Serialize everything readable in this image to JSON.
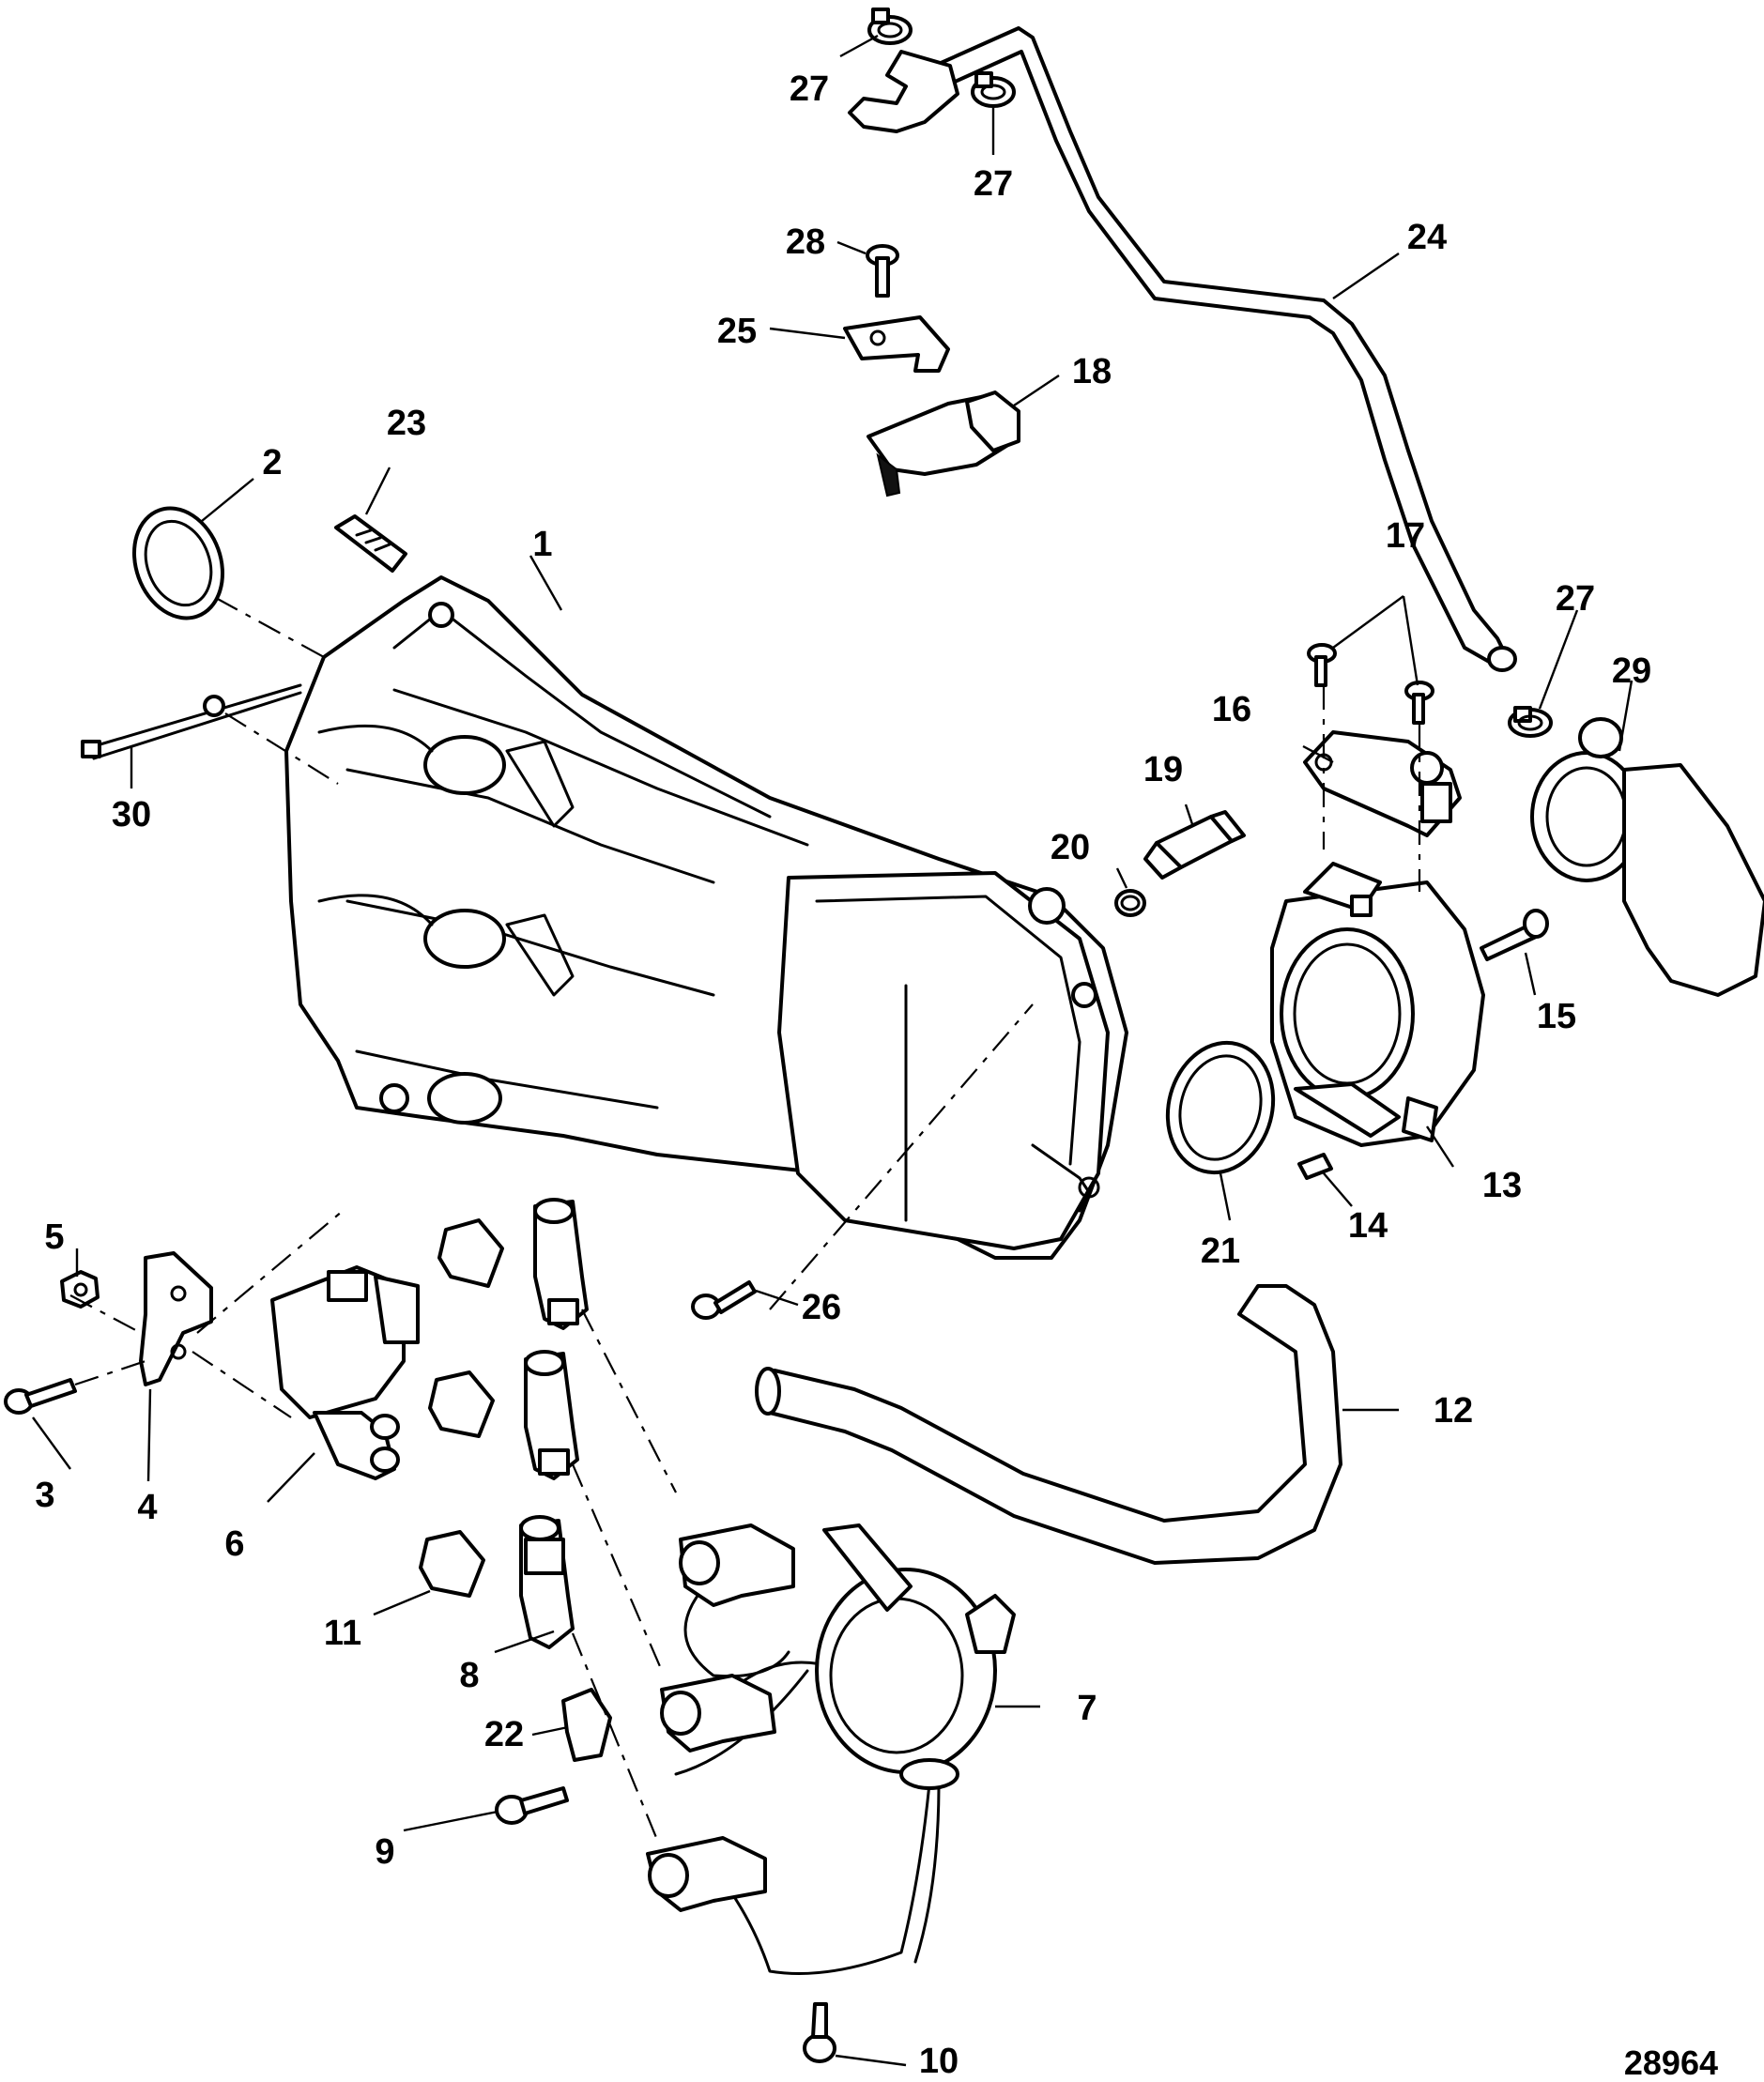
{
  "figure_number": "28964",
  "callouts": {
    "c1": "1",
    "c2": "2",
    "c3": "3",
    "c4": "4",
    "c5": "5",
    "c6": "6",
    "c7": "7",
    "c8": "8",
    "c9": "9",
    "c10": "10",
    "c11": "11",
    "c12": "12",
    "c13": "13",
    "c14": "14",
    "c15": "15",
    "c16": "16",
    "c17": "17",
    "c18": "18",
    "c19": "19",
    "c20": "20",
    "c21": "21",
    "c22": "22",
    "c23": "23",
    "c24": "24",
    "c25": "25",
    "c26": "26",
    "c27a": "27",
    "c27b": "27",
    "c27c": "27",
    "c28": "28",
    "c29": "29",
    "c30": "30"
  }
}
